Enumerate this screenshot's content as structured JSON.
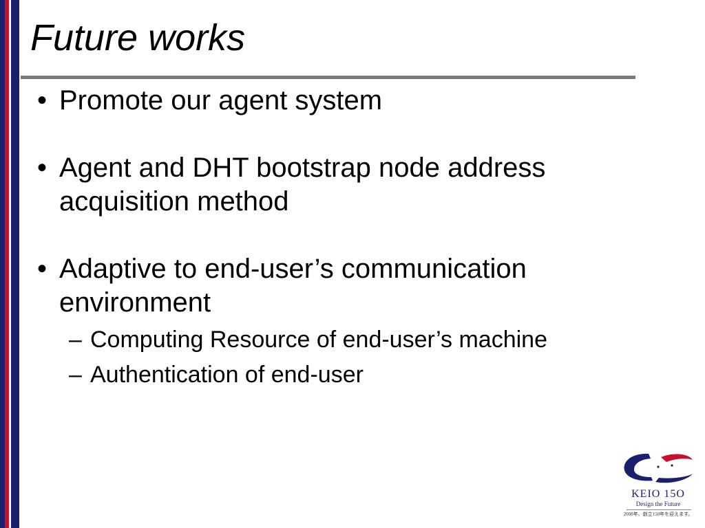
{
  "slide": {
    "title": "Future works",
    "bullet_symbol": "•",
    "sub_bullet_symbol": "–",
    "bullets": [
      {
        "text": "Promote our agent system"
      },
      {
        "text": "Agent and DHT bootstrap node address acquisition method"
      },
      {
        "text": "Adaptive to end-user’s communication environment",
        "sub_bullets": [
          "Computing Resource of end-user’s machine",
          "Authentication of end-user"
        ]
      }
    ]
  },
  "logo": {
    "name": "KEIO 15O",
    "tagline": "Design the Future",
    "footer": "2008年、創立150年を迎えます。",
    "colors": {
      "navy": "#1a1f6e",
      "red": "#c8102e"
    }
  },
  "colors": {
    "bar_navy": "#1a1f6e",
    "bar_red": "#c8102e",
    "rule_gray": "#7a7a7a"
  }
}
